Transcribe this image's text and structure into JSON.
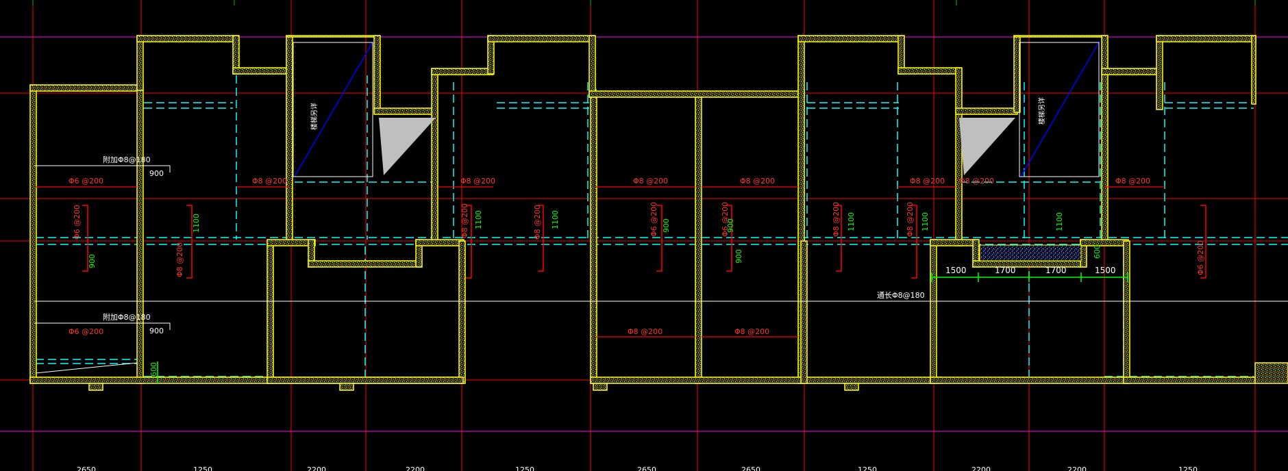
{
  "colors": {
    "background": "#000000",
    "wall_outline": "#ffff00",
    "wall_fill": "#3a3a22",
    "grid_red": "#ff0000",
    "grid_magenta": "#ff00ff",
    "beam_cyan": "#00ffff",
    "dim_green": "#00ff00",
    "note_white": "#ffffff",
    "diag_blue": "#0000ff",
    "fill_gray": "#bfbfbf"
  },
  "labels": {
    "rebar": [
      {
        "text": "Φ6 @200"
      },
      {
        "text": "Φ8 @200"
      },
      {
        "text": "Φ8 @200"
      },
      {
        "text": "Φ8 @200"
      },
      {
        "text": "Φ8 @200"
      },
      {
        "text": "Φ8 @200"
      },
      {
        "text": "Φ8 @200"
      },
      {
        "text": "Φ8 @200"
      },
      {
        "text": "Φ6 @200"
      },
      {
        "text": "Φ8 @200"
      },
      {
        "text": "Φ8 @200"
      }
    ],
    "rebar_vertical": [
      {
        "text": "Φ6 @200"
      },
      {
        "text": "Φ8 @200"
      },
      {
        "text": "Φ8 @200"
      },
      {
        "text": "Φ8 @200"
      },
      {
        "text": "Φ6 @200"
      },
      {
        "text": "Φ6 @200"
      },
      {
        "text": "Φ8 @200"
      },
      {
        "text": "Φ8 @200"
      },
      {
        "text": "Φ6 @200"
      }
    ],
    "dims_vertical": [
      {
        "text": "1100"
      },
      {
        "text": "900"
      },
      {
        "text": "1100"
      },
      {
        "text": "1100"
      },
      {
        "text": "900"
      },
      {
        "text": "900"
      },
      {
        "text": "900"
      },
      {
        "text": "1100"
      },
      {
        "text": "1100"
      },
      {
        "text": "1100"
      },
      {
        "text": "600"
      },
      {
        "text": "600"
      }
    ],
    "dims_white": [
      {
        "text": "900"
      },
      {
        "text": "900"
      }
    ],
    "dims_bottom": [
      {
        "text": "1500"
      },
      {
        "text": "1700"
      },
      {
        "text": "1700"
      },
      {
        "text": "1500"
      }
    ],
    "notes": [
      {
        "text": "附加Φ8@180"
      },
      {
        "text": "附加Φ8@180"
      },
      {
        "text": "通长Φ8@180"
      }
    ],
    "stair_notes": [
      {
        "text": "楼梯另详"
      },
      {
        "text": "楼梯另详"
      }
    ],
    "axis_dims": [
      {
        "text": "2650"
      },
      {
        "text": "1250"
      },
      {
        "text": "2200"
      },
      {
        "text": "2200"
      },
      {
        "text": "1250"
      },
      {
        "text": "2650"
      },
      {
        "text": "2650"
      },
      {
        "text": "1250"
      },
      {
        "text": "2200"
      },
      {
        "text": "2200"
      },
      {
        "text": "1250"
      }
    ]
  }
}
